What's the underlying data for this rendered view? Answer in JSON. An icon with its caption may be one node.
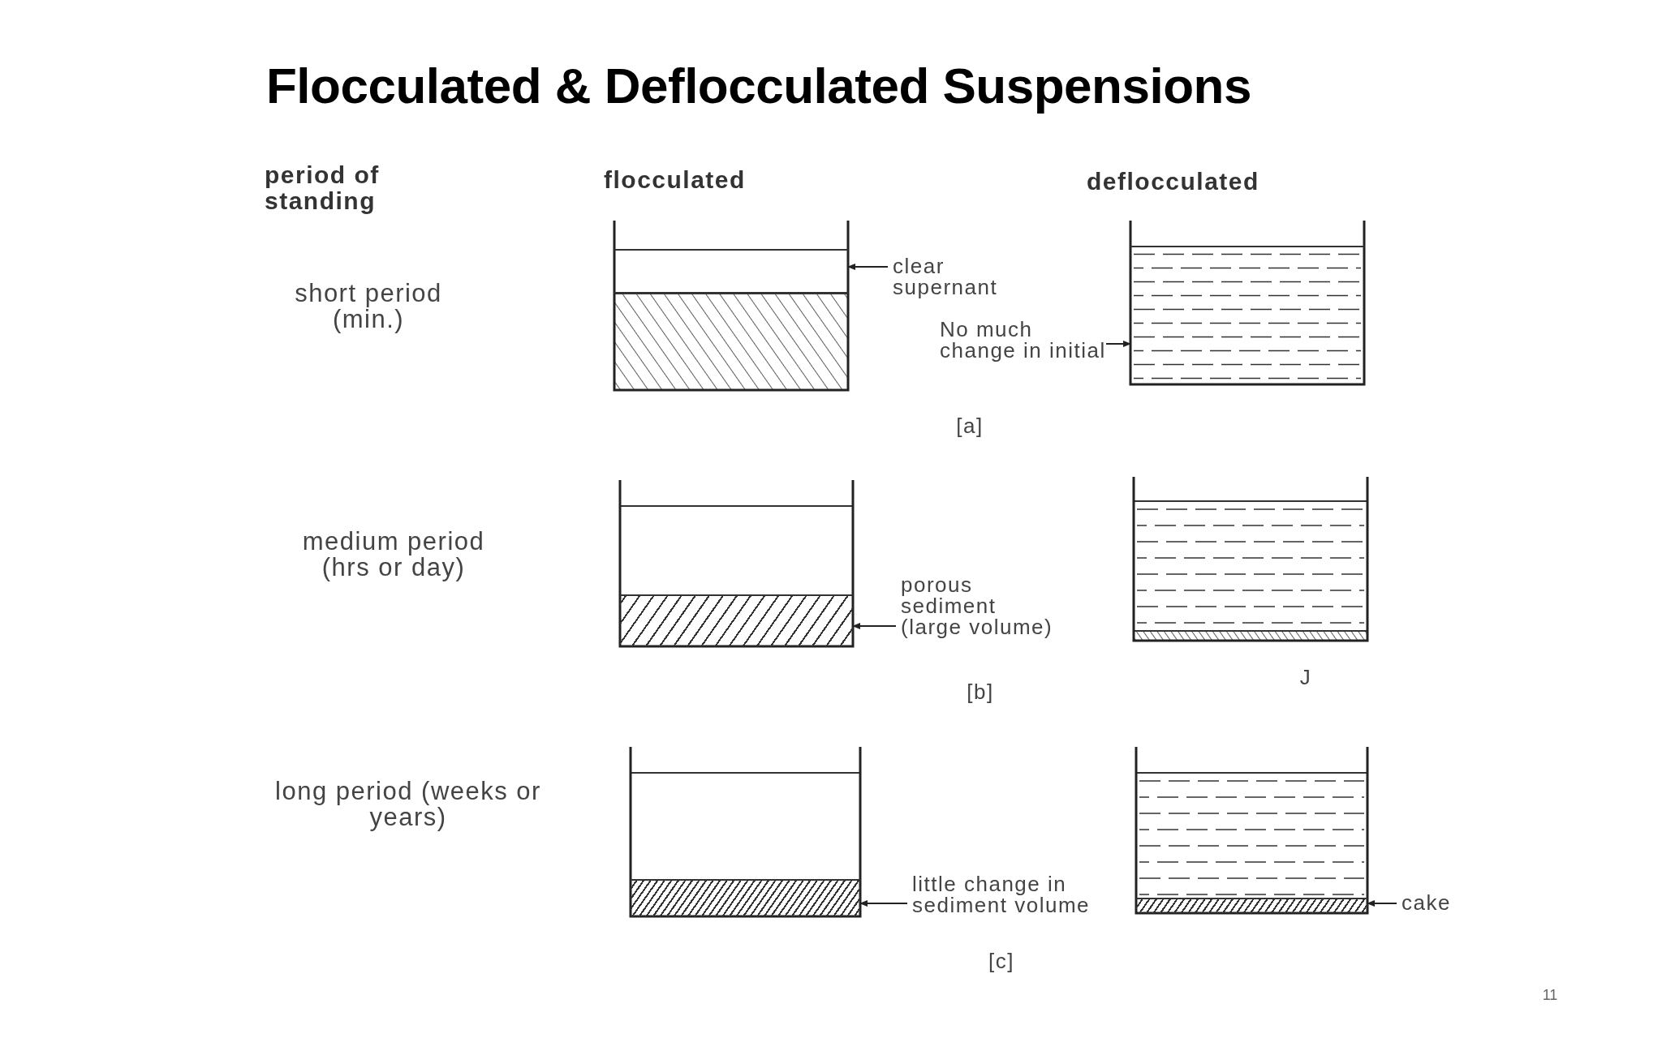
{
  "diagram": {
    "title": "Flocculated & Deflocculated Suspensions",
    "nodes": [
      {
        "text": [
          "clear supernant"
        ]
      },
      {
        "text": [],
        "shape": "box"
      },
      {
        "text": [
          "No much change in initial"
        ]
      },
      {
        "text": [],
        "shape": "box"
      },
      {
        "text": [
          "porous sediment (large volume)"
        ]
      },
      {
        "text": [],
        "shape": "box"
      },
      {
        "text": [
          "little change in sediment volume"
        ]
      },
      {
        "text": [],
        "shape": "box"
      },
      {
        "text": [
          "cake"
        ]
      },
      {
        "text": [],
        "shape": "box"
      }
    ],
    "edges": [
      {
        "from": 0,
        "to": 1,
        "arrow": "to"
      },
      {
        "from": 2,
        "to": 3,
        "arrow": "to"
      },
      {
        "from": 4,
        "to": 5,
        "arrow": "to"
      },
      {
        "from": 6,
        "to": 7,
        "arrow": "to"
      },
      {
        "from": 8,
        "to": 9,
        "arrow": "to"
      }
    ],
    "labels": [
      "period of standing",
      "flocculated",
      "deflocculated",
      "short period (min.)",
      "[a]",
      "medium period (hrs or day)",
      "[b]",
      "J",
      "long period (weeks or years)",
      "[c]",
      "11"
    ]
  }
}
